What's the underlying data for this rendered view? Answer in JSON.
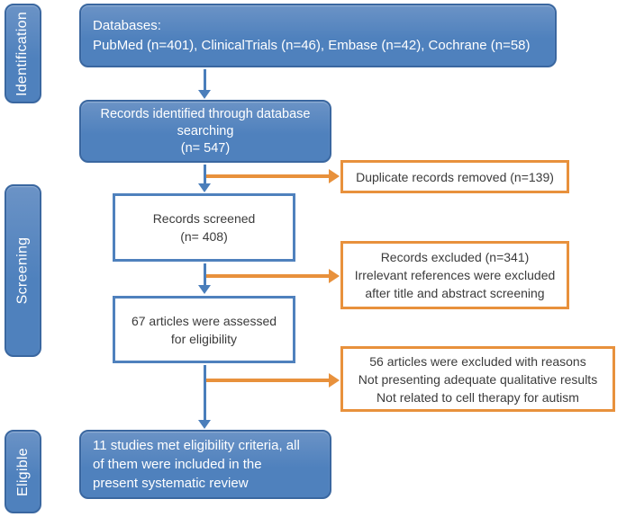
{
  "colors": {
    "background": "#ffffff",
    "blue_fill": "#4f81bd",
    "blue_fill_light": "#6b93c6",
    "blue_border": "#3a67a0",
    "arrow_blue": "#4a7ebb",
    "orange_accent": "#e8913c",
    "box_text_dark": "#3b3b3b",
    "box_text_light": "#ffffff"
  },
  "icons": {
    "down-arrowhead": "css-triangle-down",
    "right-arrowhead": "css-triangle-right"
  },
  "sidebar": {
    "identification": "Identification",
    "screening": "Screening",
    "eligible": "Eligible"
  },
  "boxes": {
    "databases": {
      "lines": [
        "Databases:",
        "PubMed (n=401), ClinicalTrials (n=46), Embase (n=42), Cochrane (n=58)"
      ]
    },
    "records_identified": {
      "lines": [
        "Records identified through database",
        "searching",
        "(n= 547)"
      ]
    },
    "duplicates_removed": {
      "lines": [
        "Duplicate records removed (n=139)"
      ]
    },
    "records_screened": {
      "lines": [
        "Records screened",
        "(n= 408)"
      ]
    },
    "records_excluded": {
      "lines": [
        "Records excluded (n=341)",
        "Irrelevant references were excluded",
        "after title and abstract screening"
      ]
    },
    "articles_assessed": {
      "lines": [
        "67 articles were assessed",
        "for eligibility"
      ]
    },
    "articles_excluded": {
      "lines": [
        "56 articles were excluded with reasons",
        "Not presenting adequate qualitative results",
        "Not related to cell therapy for autism"
      ]
    },
    "studies_included": {
      "lines": [
        "11 studies met eligibility  criteria, all",
        "of them were included in the",
        "present systematic review"
      ]
    }
  }
}
